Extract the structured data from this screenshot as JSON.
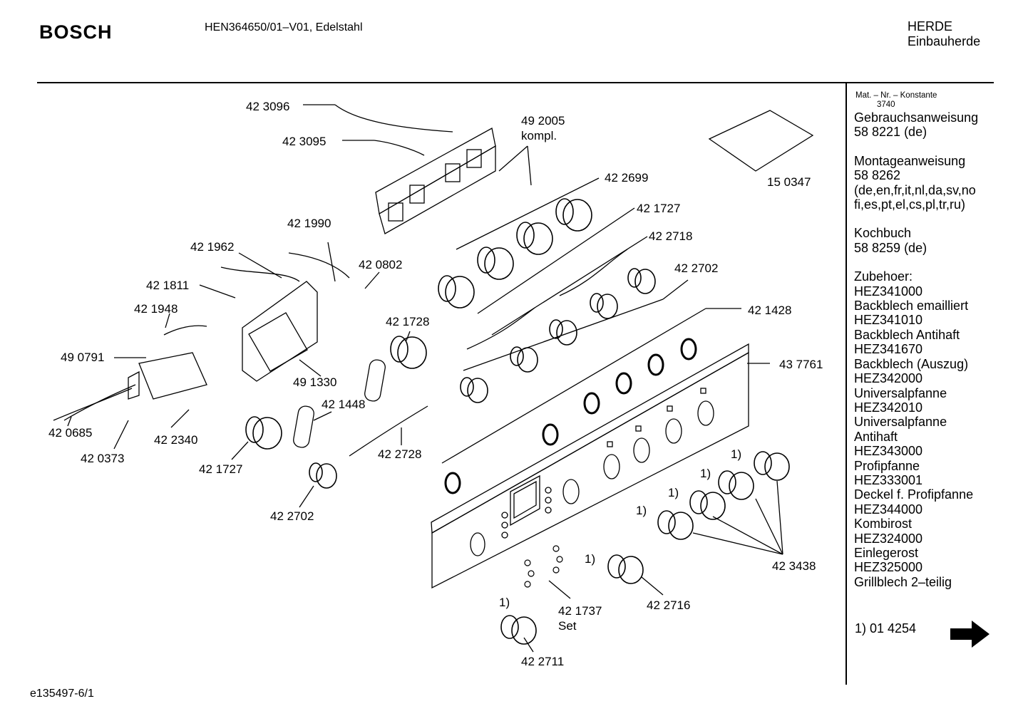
{
  "header": {
    "brand": "BOSCH",
    "model": "HEN364650/01–V01, Edelstahl",
    "category": "HERDE",
    "subcategory": "Einbauherde"
  },
  "sidebar": {
    "mat_header": "Mat. – Nr. – Konstante",
    "mat_value": "3740",
    "items": [
      {
        "text": "Gebrauchsanweisung"
      },
      {
        "text": "58 8221 (de)"
      },
      {
        "text": ""
      },
      {
        "text": "Montageanweisung"
      },
      {
        "text": "58 8262"
      },
      {
        "text": "(de,en,fr,it,nl,da,sv,no"
      },
      {
        "text": "fi,es,pt,el,cs,pl,tr,ru)"
      },
      {
        "text": ""
      },
      {
        "text": "Kochbuch"
      },
      {
        "text": "58 8259 (de)"
      },
      {
        "text": ""
      },
      {
        "text": "Zubehoer:"
      },
      {
        "text": "HEZ341000"
      },
      {
        "text": "Backblech emailliert"
      },
      {
        "text": "HEZ341010"
      },
      {
        "text": "Backblech Antihaft"
      },
      {
        "text": "HEZ341670"
      },
      {
        "text": "Backblech (Auszug)"
      },
      {
        "text": "HEZ342000"
      },
      {
        "text": "Universalpfanne"
      },
      {
        "text": "HEZ342010"
      },
      {
        "text": "Universalpfanne"
      },
      {
        "text": "Antihaft"
      },
      {
        "text": "HEZ343000"
      },
      {
        "text": "Profipfanne"
      },
      {
        "text": "HEZ333001"
      },
      {
        "text": "Deckel f. Profipfanne"
      },
      {
        "text": "HEZ344000"
      },
      {
        "text": "Kombirost"
      },
      {
        "text": "HEZ324000"
      },
      {
        "text": "Einlegerost"
      },
      {
        "text": "HEZ325000"
      },
      {
        "text": "Grillblech 2–teilig"
      }
    ],
    "footnote": "1) 01 4254",
    "next_icon": "right-arrow-icon"
  },
  "footer": {
    "doc_id": "e135497-6/1"
  },
  "parts": {
    "p423096": "42 3096",
    "p423095": "42 3095",
    "p492005": "49 2005",
    "p492005b": "kompl.",
    "p422699": "42 2699",
    "p150347": "15 0347",
    "p421727a": "42 1727",
    "p421990": "42 1990",
    "p421962": "42 1962",
    "p422718": "42 2718",
    "p420802": "42 0802",
    "p422702a": "42 2702",
    "p421811": "42 1811",
    "p421948": "42 1948",
    "p421728": "42 1728",
    "p421428": "42 1428",
    "p490791": "49 0791",
    "p491330": "49 1330",
    "p437761": "43 7761",
    "p421448": "42 1448",
    "p420685": "42 0685",
    "p422340": "42 2340",
    "p420373": "42 0373",
    "p421727b": "42 1727",
    "p422728": "42 2728",
    "p422702b": "42 2702",
    "p423438": "42 3438",
    "p421737": "42 1737",
    "p421737b": "Set",
    "p422716": "42 2716",
    "p422711": "42 2711",
    "fn": "1)"
  }
}
